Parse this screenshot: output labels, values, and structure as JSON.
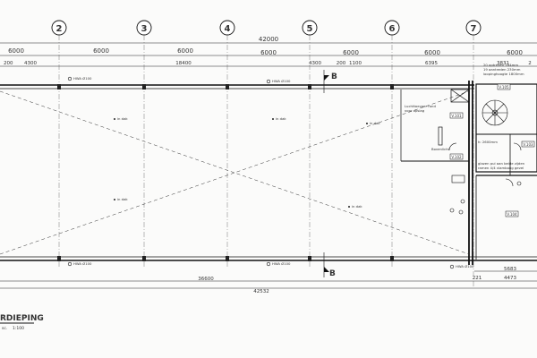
{
  "plan": {
    "grid_axes": [
      "2",
      "3",
      "4",
      "5",
      "6",
      "7"
    ],
    "overall_dimension": "42000",
    "bay_dimensions": [
      "6000",
      "6000",
      "6000",
      "6000",
      "6000",
      "6000",
      "6000"
    ],
    "sub_dimensions_top": [
      "200",
      "4300",
      "18400",
      "4300",
      "200",
      "1100",
      "6395",
      "3831",
      "2"
    ],
    "bottom_dimensions": [
      "36600",
      "42532",
      "5683",
      "4473",
      "221"
    ],
    "section_marks": [
      "B",
      "B"
    ],
    "title": "RDIEPING",
    "scale": "1:100",
    "scale_prefix": "sc.",
    "notes": {
      "hwa_1": "HWA Ø100",
      "hwa_2": "HWA Ø100",
      "hwa_3": "HWA Ø100",
      "hwa_4": "HWA Ø100",
      "hwa_5": "HWA Ø100",
      "in_dak_1": "in dak",
      "in_dak_2": "in dak",
      "in_dak_3": "in dak",
      "in_dak_4": "in dak",
      "in_dak_5": "in dak",
      "stair_note_1": "20 optreden 184mm",
      "stair_note_2": "19 aantreden 230mm",
      "stair_note_3": "loopinghoogte 1800mm",
      "luchttoevoer": "Luchttoevoer rond",
      "voor_opslag": "voor opslag",
      "bovenlicht": "Bovenlicht",
      "glazen_pui": "glazen pui aan beide zijden",
      "ramen": "ramen 4/4 vlamboog gevel",
      "hoogte": "h: 2600mm",
      "rooms": [
        "V.101",
        "V.103",
        "V.102",
        "V.104",
        "V.105"
      ]
    }
  }
}
